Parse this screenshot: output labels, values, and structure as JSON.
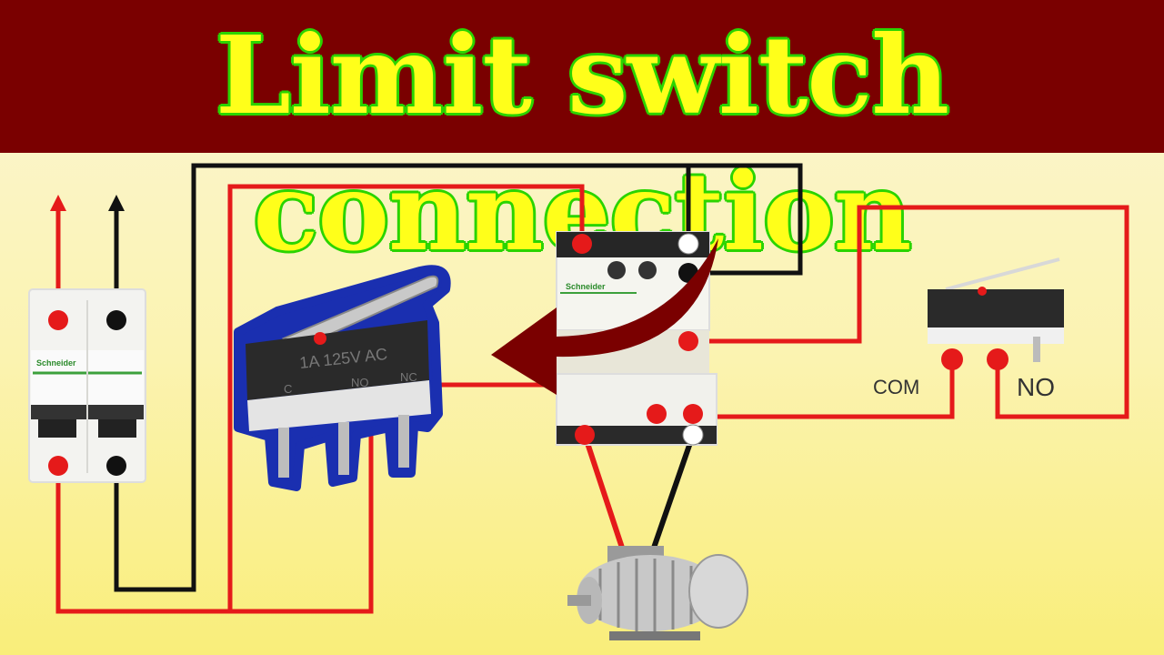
{
  "title": "Limit switch connection",
  "colors": {
    "banner": "#7a0000",
    "title_text": "#ffff1a",
    "title_outline": "#2bd400",
    "live_wire": "#e51a1a",
    "neutral_wire": "#111111",
    "arrow": "#7a0000",
    "switch_outline": "#1a2fb0"
  },
  "breaker": {
    "brand": "Schneider"
  },
  "contactor": {
    "brand": "Schneider"
  },
  "microswitch": {
    "rating": "1A 125V AC",
    "pins": [
      "C",
      "NO",
      "NC"
    ]
  },
  "terminal_labels": {
    "com": "COM",
    "no": "NO"
  },
  "icons": [
    "up-arrow-icon",
    "curved-arrow-icon",
    "motor-icon",
    "limit-switch-icon"
  ]
}
